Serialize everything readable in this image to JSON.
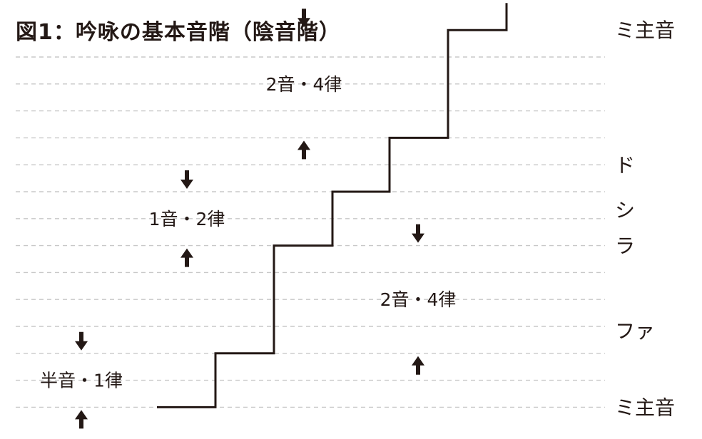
{
  "title": "図1：吟咏の基本音階（陰音階）",
  "colors": {
    "ink": "#231815",
    "grid": "#c8c8c8"
  },
  "scale": {
    "line_count": 14,
    "steps": [
      {
        "semitones": 1,
        "label": "半音・1律"
      },
      {
        "semitones": 2,
        "label": "2音・4律"
      },
      {
        "semitones": 1,
        "label": "1音・2律"
      },
      {
        "semitones": 1,
        "label": ""
      },
      {
        "semitones": 2,
        "label": "2音・4律"
      }
    ],
    "tones": [
      {
        "label": "ミ主音"
      },
      {
        "label": "ファ"
      },
      {
        "label": "ラ"
      },
      {
        "label": "シ"
      },
      {
        "label": "ド"
      },
      {
        "label": "ミ主音"
      }
    ]
  },
  "icons": {
    "up": "arrow-up-icon",
    "down": "arrow-down-icon"
  }
}
